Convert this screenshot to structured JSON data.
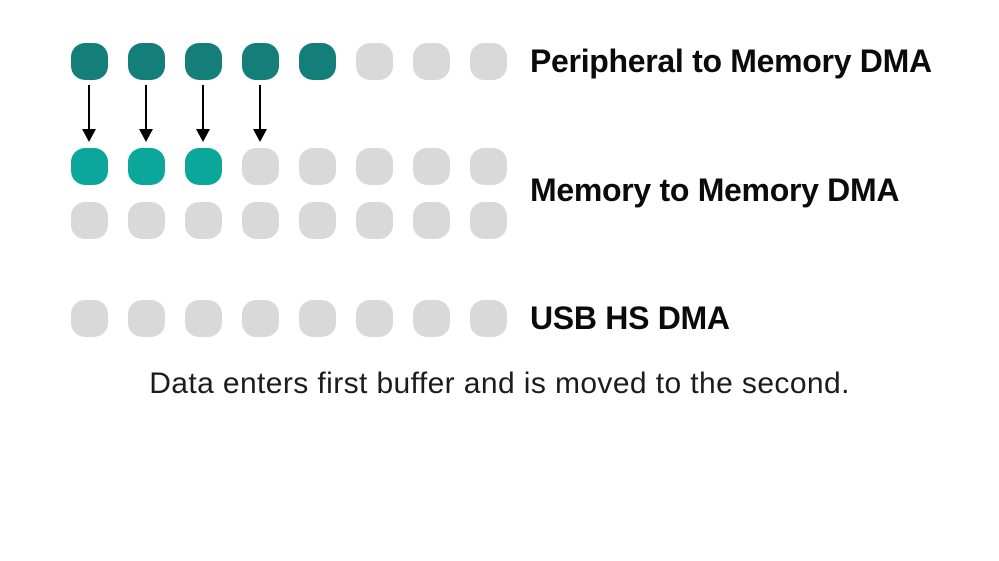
{
  "colors": {
    "background": "#ffffff",
    "dot_filled_dark": "#147e79",
    "dot_filled_teal": "#0ba79b",
    "dot_empty": "#d9d9d9",
    "arrow": "#000000",
    "label_text": "#0b0b0b",
    "caption_text": "#1c1c1c"
  },
  "labels": {
    "peripheral": "Peripheral to Memory DMA",
    "memory": "Memory to Memory DMA",
    "usb": "USB HS DMA"
  },
  "rows": [
    {
      "name": "peripheral-buffer",
      "cells": [
        "filled-dark",
        "filled-dark",
        "filled-dark",
        "filled-dark",
        "filled-dark",
        "empty",
        "empty",
        "empty"
      ]
    },
    {
      "name": "memory-buffer-1",
      "cells": [
        "filled-teal",
        "filled-teal",
        "filled-teal",
        "empty",
        "empty",
        "empty",
        "empty",
        "empty"
      ]
    },
    {
      "name": "memory-buffer-2",
      "cells": [
        "empty",
        "empty",
        "empty",
        "empty",
        "empty",
        "empty",
        "empty",
        "empty"
      ]
    },
    {
      "name": "usb-buffer",
      "cells": [
        "empty",
        "empty",
        "empty",
        "empty",
        "empty",
        "empty",
        "empty",
        "empty"
      ]
    }
  ],
  "arrows": {
    "count": 4
  },
  "caption": "Data enters first buffer and is moved to the second."
}
